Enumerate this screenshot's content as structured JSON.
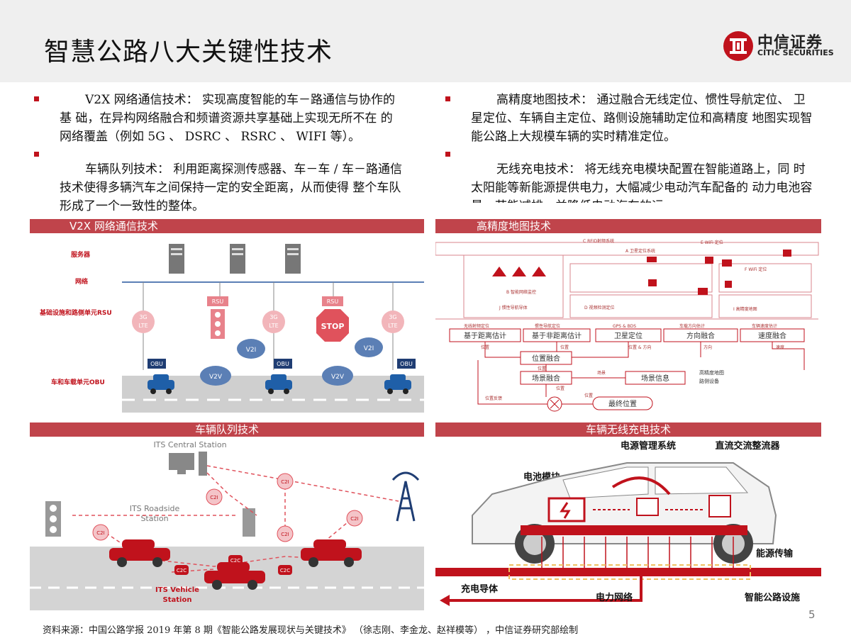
{
  "title": "智慧公路八大关键性技术",
  "logo": {
    "name": "中信证券",
    "en": "CITIC SECURITIES"
  },
  "bullets_left": [
    {
      "heading": "V2X 网络通信技术：",
      "body": "实现高度智能的车－路通信与协作的基 础，在异构网络融合和频谱资源共享基础上实现无所不在 的网络覆盖（例如 5G 、 DSRC 、 RSRC 、 WIFI 等）。"
    },
    {
      "heading": "车辆队列技术：",
      "body": "利用距离探测传感器、车－车 / 车－路通信 技术使得多辆汽车之间保持一定的安全距离，从而使得 整个车队形成了一个一致性的整体。"
    }
  ],
  "bullets_right": [
    {
      "heading": "高精度地图技术：",
      "body": "通过融合无线定位、惯性导航定位、 卫星定位、车辆自主定位、路侧设施辅助定位和高精度 地图实现智能公路上大规模车辆的实时精准定位。"
    },
    {
      "heading": "无线充电技术：",
      "body": "将无线充电模块配置在智能道路上，同 时太阳能等新能源提供电力，大幅减少电动汽车配备的 动力电池容量，节能减排，并降低电动汽车的运"
    }
  ],
  "panels": {
    "v2x": {
      "bar": "V2X 网络通信技术",
      "row_labels": [
        "服务器",
        "网络",
        "基础设施和路侧单元RSU",
        "车和车载单元OBU"
      ],
      "rsu": "RSU",
      "stop": "STOP",
      "lte": "3G\nLTE",
      "v2i": "V2I",
      "v2v": "V2V",
      "obu": "OBU"
    },
    "hdmap": {
      "bar": "高精度地图技术",
      "top_labels": [
        "C RFID射频系统",
        "A 卫星定位系统",
        "E WiFi 定位",
        "F WiFi 定位",
        "B 智能网络监控",
        "J 惯性导航导体",
        "D 视频检测定位",
        "I 高精度地图"
      ],
      "head_labels": [
        "无线射频定位",
        "惯性导航定位",
        "GPS & BDS",
        "车载方向估计",
        "车辆速度估计"
      ],
      "box1": "基于距离估计",
      "box2": "基于非距离估计",
      "box3": "卫星定位",
      "box4": "方向融合",
      "box5": "速度融合",
      "pos_fusion": "位置融合",
      "scene_fusion": "场景融合",
      "scene_info": "场景信息",
      "final_pos": "最终位置",
      "small": [
        "位置",
        "位置",
        "位置 & 方向",
        "方向",
        "速度",
        "位置",
        "场景",
        "位置",
        "位置反馈",
        "位置",
        "高精度地图",
        "路侧设备"
      ]
    },
    "platoon": {
      "bar": "车辆队列技术",
      "central": "ITS Central Station",
      "roadside": "ITS Roadside\nStation",
      "vehicle": "ITS Vehicle\nStation",
      "c2i": "C2I",
      "c2c": "C2C"
    },
    "charging": {
      "bar": "车辆无线充电技术",
      "power_mgmt": "电源管理系统",
      "rectifier": "直流交流整流器",
      "battery": "电池模块",
      "energy": "能源传输",
      "conductor": "充电导体",
      "grid": "电力网络",
      "facility": "智能公路设施"
    }
  },
  "page_number": "5",
  "footer": "资料来源：中国公路学报 2019 年第 8 期《智能公路发展现状与关键技术》 （徐志刚、李金龙、赵祥模等） ，中信证券研究部绘制",
  "colors": {
    "accent": "#c0121c",
    "bar": "#c0444b",
    "pink": "#e8828b",
    "navy": "#1f3d73"
  }
}
